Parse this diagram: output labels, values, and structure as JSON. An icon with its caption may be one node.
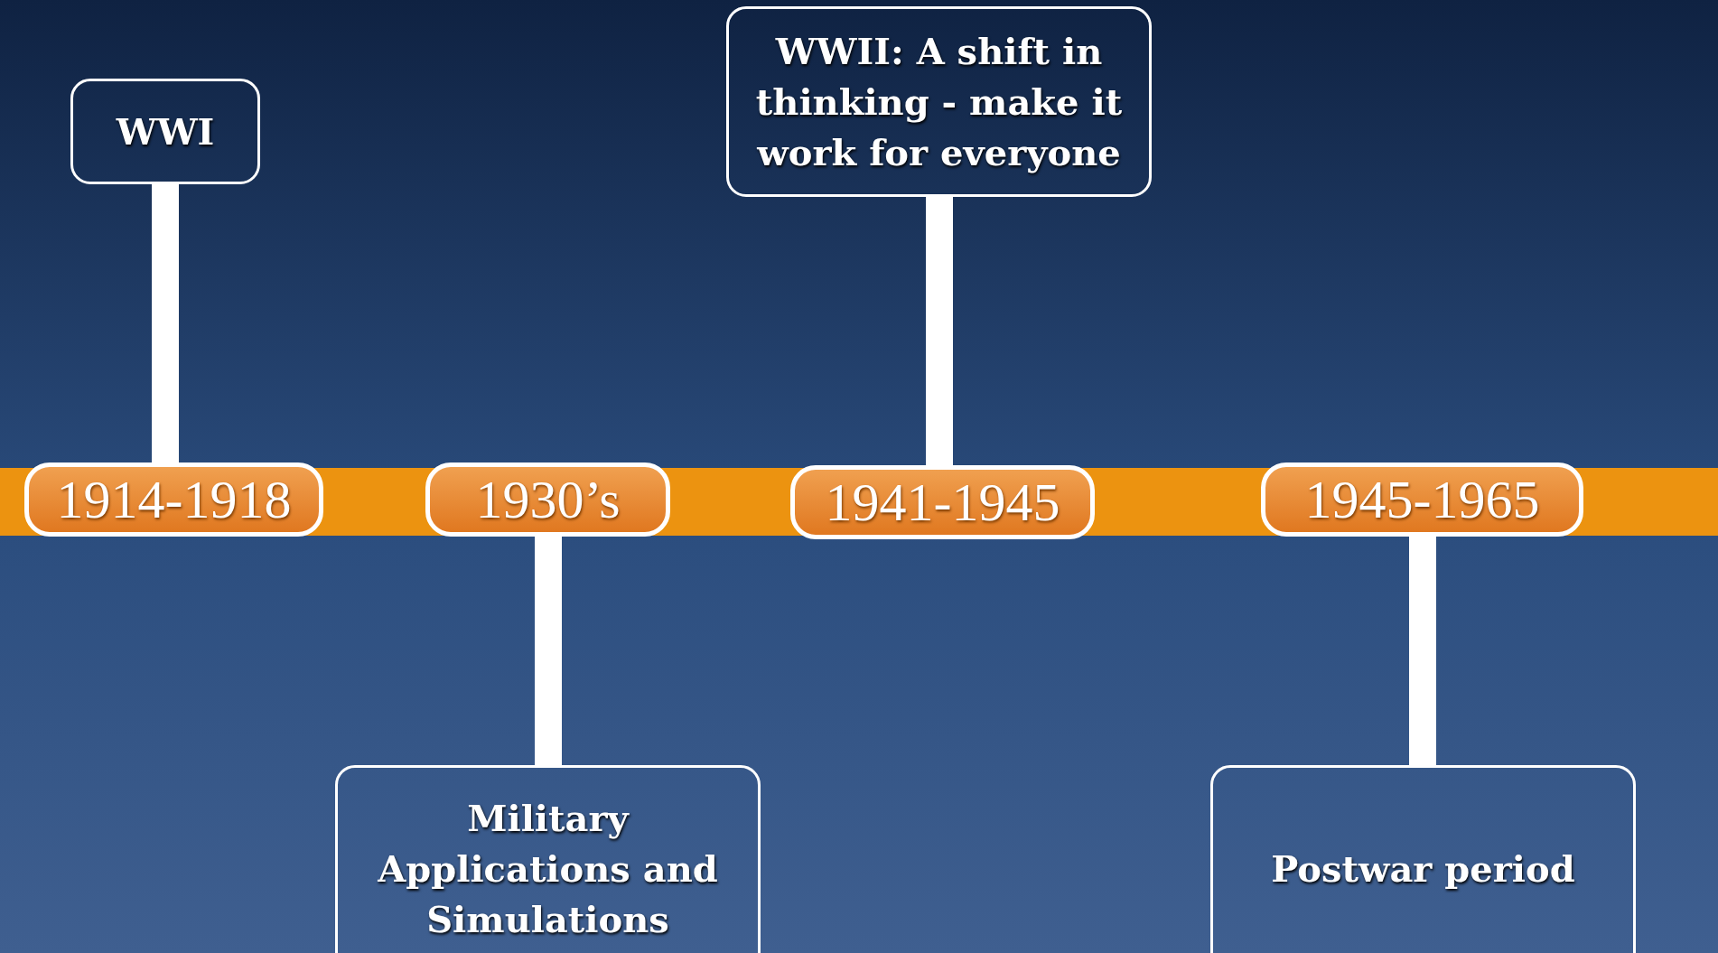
{
  "diagram": {
    "nodes": [
      {
        "text": [
          "WWI"
        ]
      },
      {
        "text": [
          "WWII: A shift in thinking - make it work for everyone"
        ]
      },
      {
        "text": [
          "1914-1918"
        ]
      },
      {
        "text": [
          "1930’s"
        ]
      },
      {
        "text": [
          "1941-1945"
        ]
      },
      {
        "text": [
          "1945-1965"
        ]
      },
      {
        "text": [
          "Military Applications and Simulations"
        ]
      },
      {
        "text": [
          "Postwar period"
        ]
      }
    ],
    "edges": [
      {
        "from": 0,
        "to": 2,
        "arrow": "none"
      },
      {
        "from": 1,
        "to": 4,
        "arrow": "none"
      },
      {
        "from": 3,
        "to": 6,
        "arrow": "none"
      },
      {
        "from": 5,
        "to": 7,
        "arrow": "none"
      }
    ]
  }
}
